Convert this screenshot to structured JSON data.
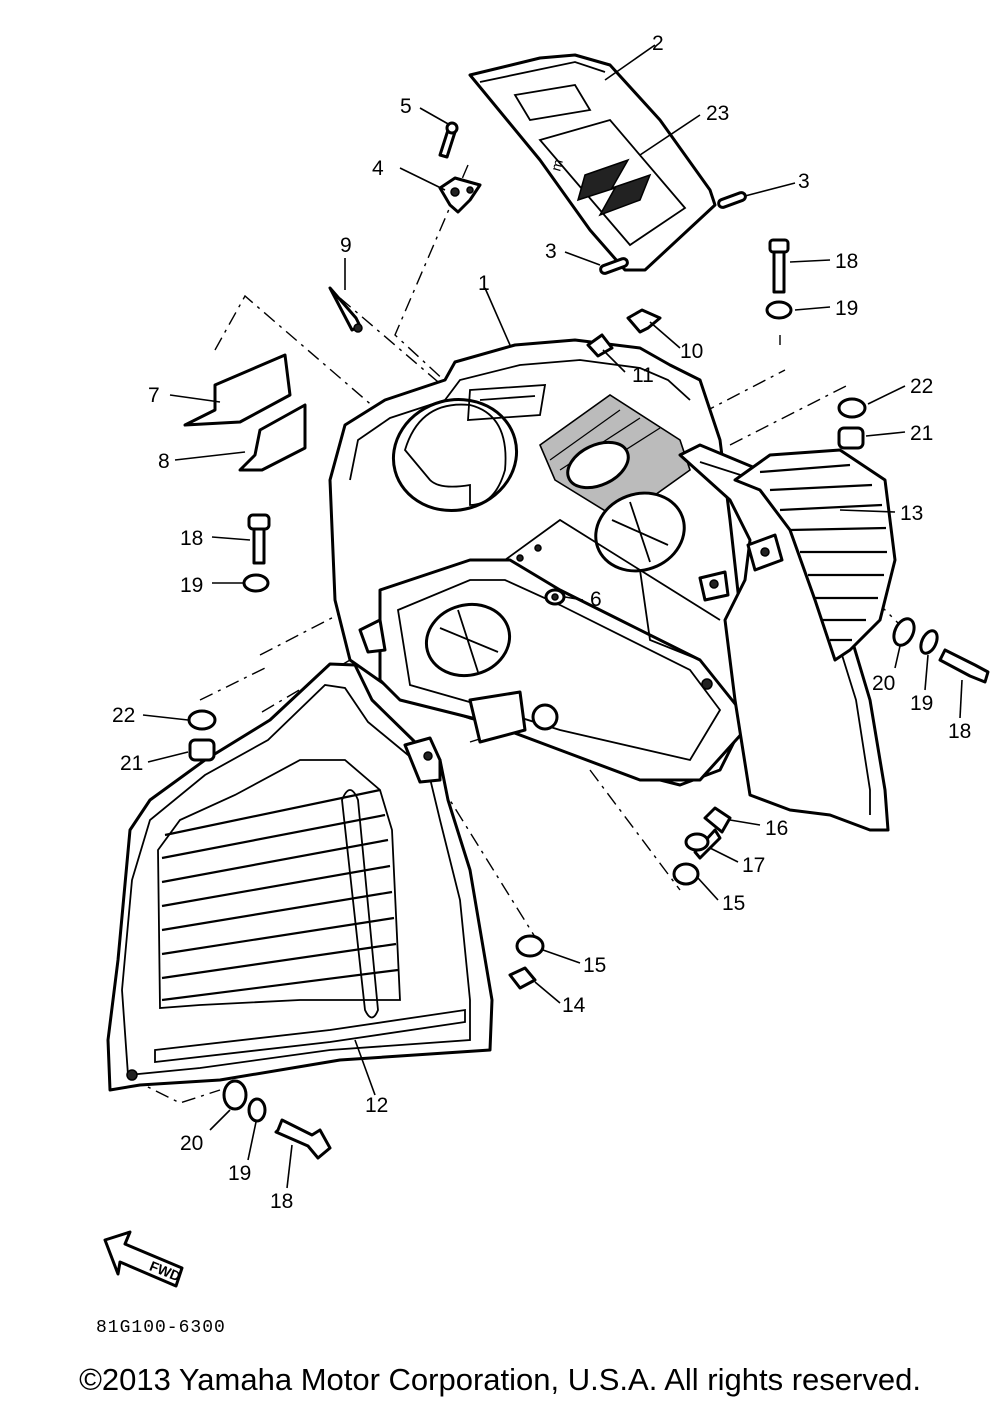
{
  "callouts": [
    {
      "id": "c1",
      "text": "1"
    },
    {
      "id": "c2",
      "text": "2"
    },
    {
      "id": "c3a",
      "text": "3"
    },
    {
      "id": "c3b",
      "text": "3"
    },
    {
      "id": "c4",
      "text": "4"
    },
    {
      "id": "c5",
      "text": "5"
    },
    {
      "id": "c6",
      "text": "6"
    },
    {
      "id": "c7",
      "text": "7"
    },
    {
      "id": "c8",
      "text": "8"
    },
    {
      "id": "c9",
      "text": "9"
    },
    {
      "id": "c10",
      "text": "10"
    },
    {
      "id": "c11",
      "text": "11"
    },
    {
      "id": "c12",
      "text": "12"
    },
    {
      "id": "c13",
      "text": "13"
    },
    {
      "id": "c14",
      "text": "14"
    },
    {
      "id": "c15a",
      "text": "15"
    },
    {
      "id": "c15b",
      "text": "15"
    },
    {
      "id": "c16",
      "text": "16"
    },
    {
      "id": "c17",
      "text": "17"
    },
    {
      "id": "c18a",
      "text": "18"
    },
    {
      "id": "c18b",
      "text": "18"
    },
    {
      "id": "c18c",
      "text": "18"
    },
    {
      "id": "c18d",
      "text": "18"
    },
    {
      "id": "c19a",
      "text": "19"
    },
    {
      "id": "c19b",
      "text": "19"
    },
    {
      "id": "c19c",
      "text": "19"
    },
    {
      "id": "c19d",
      "text": "19"
    },
    {
      "id": "c20a",
      "text": "20"
    },
    {
      "id": "c20b",
      "text": "20"
    },
    {
      "id": "c21a",
      "text": "21"
    },
    {
      "id": "c21b",
      "text": "21"
    },
    {
      "id": "c22a",
      "text": "22"
    },
    {
      "id": "c22b",
      "text": "22"
    },
    {
      "id": "c23",
      "text": "23"
    }
  ],
  "fwd_arrow": {
    "text": "FWD"
  },
  "diagram_code": "81G100-6300",
  "copyright": "©2013 Yamaha Motor Corporation, U.S.A. All rights reserved."
}
